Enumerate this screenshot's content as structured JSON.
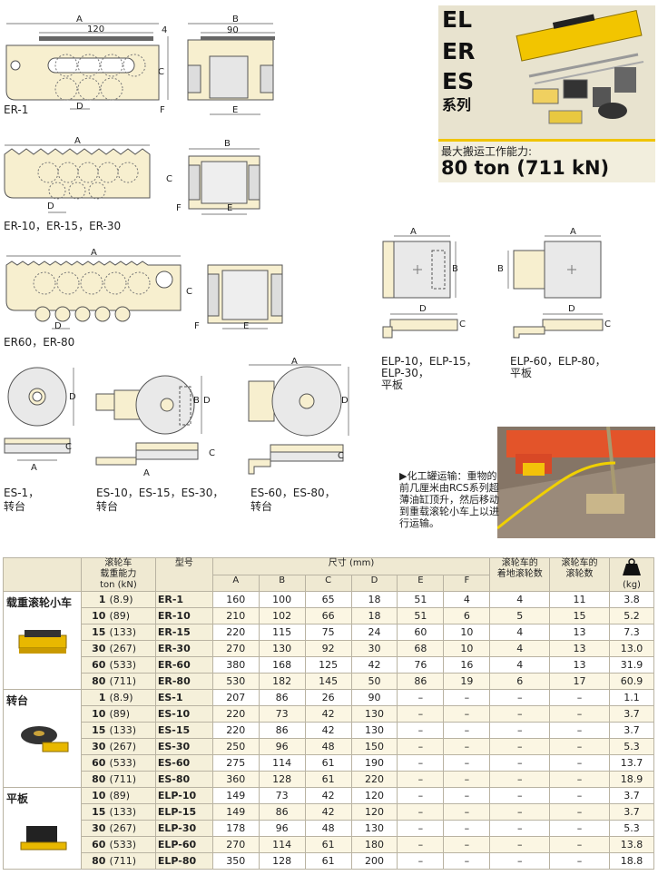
{
  "header": {
    "series": [
      "EL",
      "ER",
      "ES"
    ],
    "suffix": "系列"
  },
  "capacity": {
    "title": "最大搬运工作能力:",
    "value": "80 ton (711 kN)"
  },
  "note": "▶化工罐运输：重物的前几厘米由RCS系列超薄油缸顶升，然后移动到重载滚轮小车上以进行运输。",
  "diagram_labels": {
    "er1": "ER-1",
    "er10": "ER-10，ER-15，ER-30",
    "er60": "ER60，ER-80",
    "elp1": [
      "ELP-10，ELP-15，",
      "ELP-30，",
      "平板"
    ],
    "elp2": [
      "ELP-60，ELP-80，",
      "平板"
    ],
    "es1": [
      "ES-1，",
      "转台"
    ],
    "es10": [
      "ES-10，ES-15，ES-30，",
      "转台"
    ],
    "es60": [
      "ES-60，ES-80，",
      "转台"
    ]
  },
  "dims": {
    "a": "A",
    "b": "B",
    "c": "C",
    "d": "D",
    "e": "E",
    "f": "F",
    "n120": "120",
    "n90": "90",
    "n4": "4"
  },
  "table": {
    "head": {
      "capacity": "滚轮车\n载重能力\nton (kN)",
      "model": "型号",
      "size": "尺寸 (mm)",
      "cols": [
        "A",
        "B",
        "C",
        "D",
        "E",
        "F"
      ],
      "ground": "滚轮车的\n着地滚轮数",
      "rollers": "滚轮车的\n滚轮数",
      "weight_unit": "(kg)"
    },
    "groups": [
      {
        "name": "载重滚轮小车",
        "rows": [
          [
            "1",
            "(8.9)",
            "ER-1",
            "160",
            "100",
            "65",
            "18",
            "51",
            "4",
            "4",
            "11",
            "3.8"
          ],
          [
            "10",
            "(89)",
            "ER-10",
            "210",
            "102",
            "66",
            "18",
            "51",
            "6",
            "5",
            "15",
            "5.2"
          ],
          [
            "15",
            "(133)",
            "ER-15",
            "220",
            "115",
            "75",
            "24",
            "60",
            "10",
            "4",
            "13",
            "7.3"
          ],
          [
            "30",
            "(267)",
            "ER-30",
            "270",
            "130",
            "92",
            "30",
            "68",
            "10",
            "4",
            "13",
            "13.0"
          ],
          [
            "60",
            "(533)",
            "ER-60",
            "380",
            "168",
            "125",
            "42",
            "76",
            "16",
            "4",
            "13",
            "31.9"
          ],
          [
            "80",
            "(711)",
            "ER-80",
            "530",
            "182",
            "145",
            "50",
            "86",
            "19",
            "6",
            "17",
            "60.9"
          ]
        ]
      },
      {
        "name": "转台",
        "rows": [
          [
            "1",
            "(8.9)",
            "ES-1",
            "207",
            "86",
            "26",
            "90",
            "–",
            "–",
            "–",
            "–",
            "1.1"
          ],
          [
            "10",
            "(89)",
            "ES-10",
            "220",
            "73",
            "42",
            "130",
            "–",
            "–",
            "–",
            "–",
            "3.7"
          ],
          [
            "15",
            "(133)",
            "ES-15",
            "220",
            "86",
            "42",
            "130",
            "–",
            "–",
            "–",
            "–",
            "3.7"
          ],
          [
            "30",
            "(267)",
            "ES-30",
            "250",
            "96",
            "48",
            "150",
            "–",
            "–",
            "–",
            "–",
            "5.3"
          ],
          [
            "60",
            "(533)",
            "ES-60",
            "275",
            "114",
            "61",
            "190",
            "–",
            "–",
            "–",
            "–",
            "13.7"
          ],
          [
            "80",
            "(711)",
            "ES-80",
            "360",
            "128",
            "61",
            "220",
            "–",
            "–",
            "–",
            "–",
            "18.9"
          ]
        ]
      },
      {
        "name": "平板",
        "rows": [
          [
            "10",
            "(89)",
            "ELP-10",
            "149",
            "73",
            "42",
            "120",
            "–",
            "–",
            "–",
            "–",
            "3.7"
          ],
          [
            "15",
            "(133)",
            "ELP-15",
            "149",
            "86",
            "42",
            "120",
            "–",
            "–",
            "–",
            "–",
            "3.7"
          ],
          [
            "30",
            "(267)",
            "ELP-30",
            "178",
            "96",
            "48",
            "130",
            "–",
            "–",
            "–",
            "–",
            "5.3"
          ],
          [
            "60",
            "(533)",
            "ELP-60",
            "270",
            "114",
            "61",
            "180",
            "–",
            "–",
            "–",
            "–",
            "13.8"
          ],
          [
            "80",
            "(711)",
            "ELP-80",
            "350",
            "128",
            "61",
            "200",
            "–",
            "–",
            "–",
            "–",
            "18.8"
          ]
        ]
      }
    ]
  }
}
